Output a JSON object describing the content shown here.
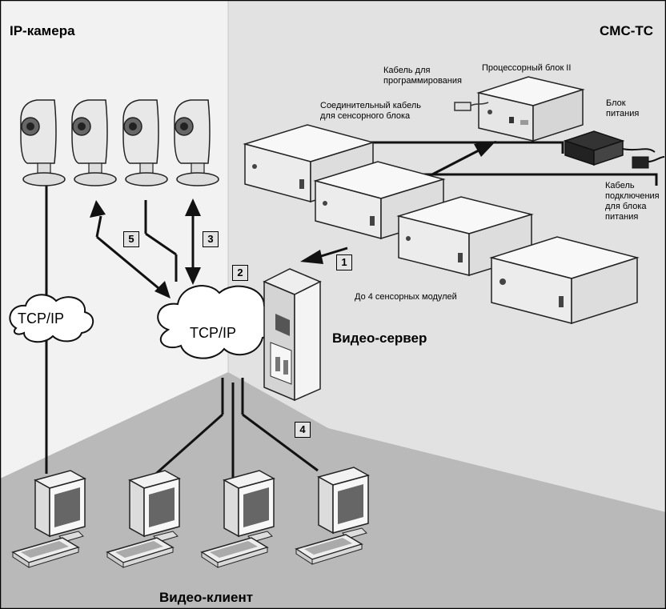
{
  "labels": {
    "ip_camera_title": "IP-камера",
    "cmc_tc_title": "CMC-TC",
    "processor_unit": "Процессорный блок II",
    "programming_cable": "Кабель для\nпрограммирования",
    "sensor_connection_cable": "Соединительный кабель\nдля сенсорного блока",
    "power_unit": "Блок\nпитания",
    "power_cable": "Кабель\nподключения\nдля блока\nпитания",
    "up_to_4_sensors": "До 4 сенсорных модулей",
    "video_server": "Видео-сервер",
    "video_client": "Видео-клиент",
    "tcp_ip_left": "TCP/IP",
    "tcp_ip_center": "TCP/IP"
  },
  "steps": [
    "1",
    "2",
    "3",
    "4",
    "5"
  ],
  "colors": {
    "wall_light": "#f2f2f2",
    "wall_right": "#e0e0e0",
    "floor": "#b8b8b8",
    "device": "#f7f7f7",
    "line": "#111111"
  }
}
